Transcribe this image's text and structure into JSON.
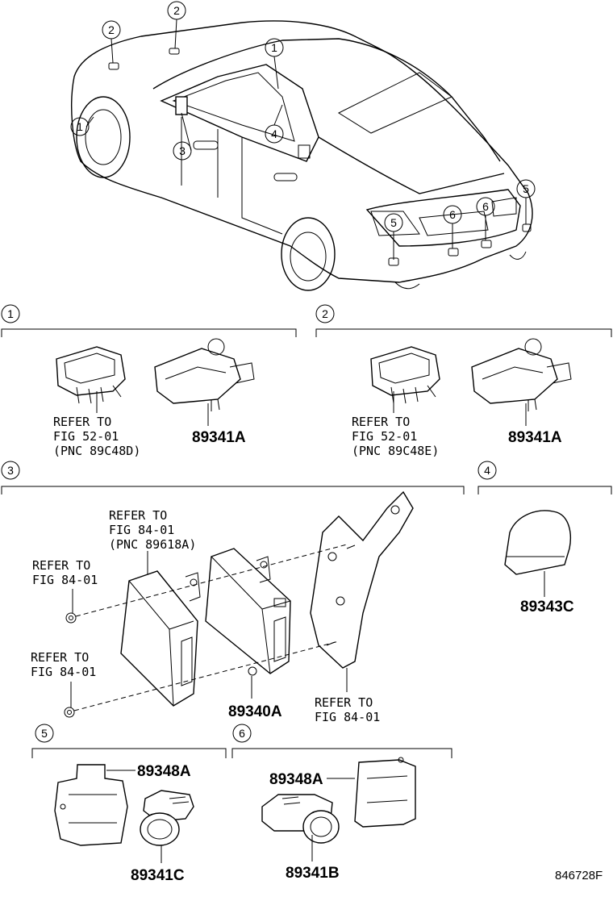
{
  "callouts": {
    "c1": "1",
    "c2": "2",
    "c3": "3",
    "c4": "4",
    "c5": "5",
    "c6": "6"
  },
  "sections": {
    "s1": "1",
    "s2": "2",
    "s3": "3",
    "s4": "4",
    "s5": "5",
    "s6": "6"
  },
  "section1": {
    "ref_line1": "REFER TO",
    "ref_line2": "FIG 52-01",
    "ref_line3": "(PNC 89C48D)",
    "part": "89341A"
  },
  "section2": {
    "ref_line1": "REFER TO",
    "ref_line2": "FIG 52-01",
    "ref_line3": "(PNC 89C48E)",
    "part": "89341A"
  },
  "section3": {
    "ref_a_line1": "REFER TO",
    "ref_a_line2": "FIG 84-01",
    "ref_a_line3": "(PNC 89618A)",
    "ref_b_line1": "REFER TO",
    "ref_b_line2": "FIG 84-01",
    "ref_c_line1": "REFER TO",
    "ref_c_line2": "FIG 84-01",
    "ref_d_line1": "REFER TO",
    "ref_d_line2": "FIG 84-01",
    "part": "89340A"
  },
  "section4": {
    "part": "89343C"
  },
  "section5": {
    "bracket": "89348A",
    "part": "89341C"
  },
  "section6": {
    "bracket": "89348A",
    "part": "89341B"
  },
  "figure_id": "846728F"
}
